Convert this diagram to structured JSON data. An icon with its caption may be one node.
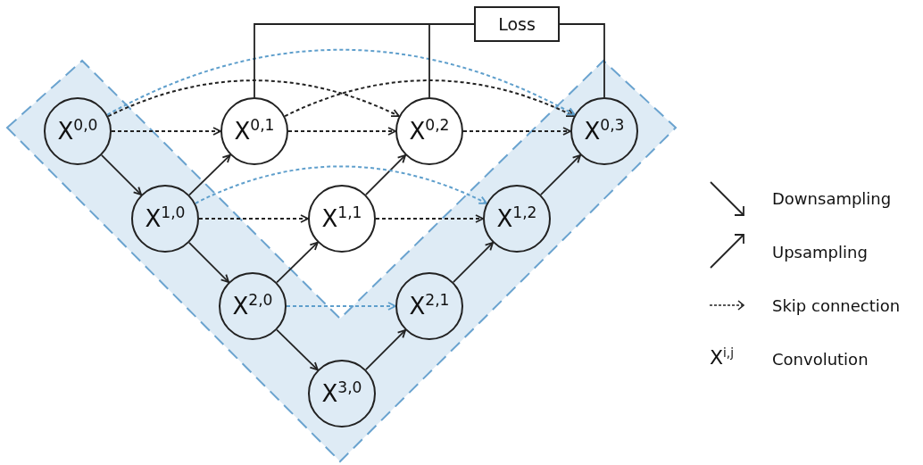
{
  "diagram": {
    "nodes": [
      {
        "text": [
          "Loss"
        ]
      },
      {
        "text": [
          "X$^{0,0}$"
        ]
      },
      {
        "text": [
          "X$^{0,1}$"
        ]
      },
      {
        "text": [
          "X$^{0,2}$"
        ]
      },
      {
        "text": [
          "X$^{0,3}$"
        ]
      },
      {
        "text": [
          "X$^{1,0}$"
        ]
      },
      {
        "text": [
          "X$^{1,1}$"
        ]
      },
      {
        "text": [
          "X$^{1,2}$"
        ]
      },
      {
        "text": [
          "X$^{2,0}$"
        ]
      },
      {
        "text": [
          "X$^{2,1}$"
        ]
      },
      {
        "text": [
          "X$^{3,0}$"
        ]
      }
    ],
    "edges": [
      {
        "from": 1,
        "to": 5,
        "arrow": "to"
      },
      {
        "from": 5,
        "to": 8,
        "arrow": "to"
      },
      {
        "from": 8,
        "to": 10,
        "arrow": "to"
      },
      {
        "from": 5,
        "to": 2,
        "arrow": "to"
      },
      {
        "from": 8,
        "to": 6,
        "arrow": "to"
      },
      {
        "from": 6,
        "to": 3,
        "arrow": "to"
      },
      {
        "from": 10,
        "to": 9,
        "arrow": "to"
      },
      {
        "from": 9,
        "to": 7,
        "arrow": "to"
      },
      {
        "from": 7,
        "to": 4,
        "arrow": "to"
      },
      {
        "from": 1,
        "to": 2,
        "arrow": "to",
        "style": "dashed"
      },
      {
        "from": 2,
        "to": 3,
        "arrow": "to",
        "style": "dashed"
      },
      {
        "from": 3,
        "to": 4,
        "arrow": "to",
        "style": "dashed"
      },
      {
        "from": 5,
        "to": 6,
        "arrow": "to",
        "style": "dashed"
      },
      {
        "from": 6,
        "to": 7,
        "arrow": "to",
        "style": "dashed"
      },
      {
        "from": 1,
        "to": 3,
        "arrow": "to",
        "style": "dashed"
      },
      {
        "from": 2,
        "to": 4,
        "arrow": "to",
        "style": "dashed"
      },
      {
        "from": 1,
        "to": 4,
        "arrow": "to",
        "style": "dashed",
        "color": "#5f9fcc"
      },
      {
        "from": 5,
        "to": 7,
        "arrow": "to",
        "style": "dashed",
        "color": "#5f9fcc"
      },
      {
        "from": 8,
        "to": 9,
        "arrow": "to",
        "style": "dashed",
        "color": "#5f9fcc"
      },
      {
        "from": 2,
        "to": 0,
        "arrow": "none"
      },
      {
        "from": 3,
        "to": 0,
        "arrow": "none"
      },
      {
        "from": 4,
        "to": 0,
        "arrow": "none"
      }
    ],
    "labels": [
      "X$^{i,j}$"
    ],
    "legend": [
      {
        "text": "Downsampling"
      },
      {
        "text": "Upsampling"
      },
      {
        "text": "Skip connection"
      },
      {
        "text": "Convolution"
      }
    ]
  }
}
